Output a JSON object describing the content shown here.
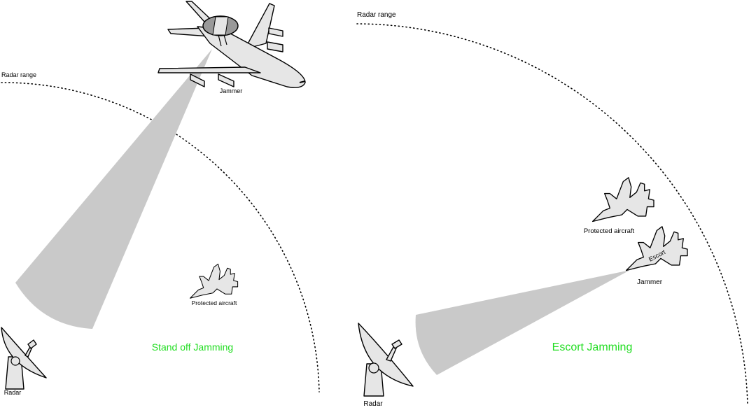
{
  "panels": {
    "standoff": {
      "title": "Stand off Jamming",
      "radar_range_label": "Radar range",
      "jammer_label": "Jammer",
      "protected_label": "Protected aircraft",
      "radar_label": "Radar"
    },
    "escort": {
      "title": "Escort Jamming",
      "radar_range_label": "Radar range",
      "jammer_label": "Jammer",
      "protected_label": "Protected aircraft",
      "escort_label": "Escort",
      "radar_label": "Radar"
    }
  },
  "colors": {
    "title": "#22dd22",
    "beam": "#c9c9c9",
    "aircraft_fill": "#e6e6e6",
    "radome": "#999999"
  }
}
